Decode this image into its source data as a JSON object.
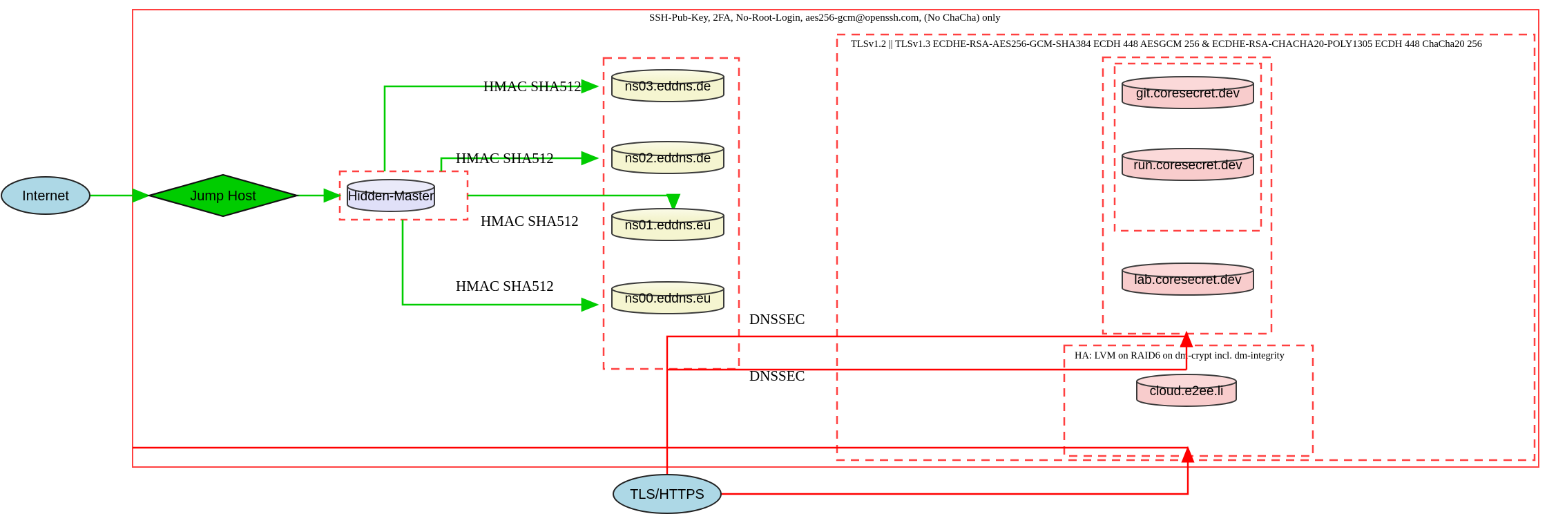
{
  "diagram": {
    "title_top_frame": "SSH-Pub-Key, 2FA, No-Root-Login, aes256-gcm@openssh.com, (No ChaCha) only",
    "clusters": [
      {
        "id": "tls-cluster",
        "label": "TLSv1.2 || TLSv1.3 ECDHE-RSA-AES256-GCM-SHA384 ECDH 448 AESGCM 256 & ECDHE-RSA-CHACHA20-POLY1305 ECDH 448 ChaCha20 256"
      },
      {
        "id": "ha-cluster",
        "label": "HA: LVM on RAID6 on dm-crypt incl. dm-integrity"
      },
      {
        "id": "dns-cluster",
        "label": ""
      },
      {
        "id": "hidden-master-cluster",
        "label": ""
      },
      {
        "id": "coresecret-cluster",
        "label": ""
      },
      {
        "id": "gitrun-cluster",
        "label": ""
      }
    ],
    "nodes": [
      {
        "id": "internet",
        "label": "Internet",
        "shape": "ellipse",
        "fill": "#add8e6"
      },
      {
        "id": "jump-host",
        "label": "Jump Host",
        "shape": "diamond",
        "fill": "#00cc00"
      },
      {
        "id": "hidden-master",
        "label": "Hidden-Master",
        "shape": "cylinder",
        "fill": "#e0e0f8"
      },
      {
        "id": "ns03",
        "label": "ns03.eddns.de",
        "shape": "cylinder",
        "fill": "#f5f5d0"
      },
      {
        "id": "ns02",
        "label": "ns02.eddns.de",
        "shape": "cylinder",
        "fill": "#f5f5d0"
      },
      {
        "id": "ns01",
        "label": "ns01.eddns.eu",
        "shape": "cylinder",
        "fill": "#f5f5d0"
      },
      {
        "id": "ns00",
        "label": "ns00.eddns.eu",
        "shape": "cylinder",
        "fill": "#f5f5d0"
      },
      {
        "id": "git",
        "label": "git.coresecret.dev",
        "shape": "cylinder",
        "fill": "#f8cccc"
      },
      {
        "id": "run",
        "label": "run.coresecret.dev",
        "shape": "cylinder",
        "fill": "#f8cccc"
      },
      {
        "id": "lab",
        "label": "lab.coresecret.dev",
        "shape": "cylinder",
        "fill": "#f8cccc"
      },
      {
        "id": "cloud",
        "label": "cloud.e2ee.li",
        "shape": "cylinder",
        "fill": "#f8cccc"
      },
      {
        "id": "tls-https",
        "label": "TLS/HTTPS",
        "shape": "ellipse",
        "fill": "#add8e6"
      }
    ],
    "edges": [
      {
        "from": "internet",
        "to": "jump-host",
        "label": "",
        "color": "#00cc00"
      },
      {
        "from": "jump-host",
        "to": "hidden-master",
        "label": "",
        "color": "#00cc00"
      },
      {
        "from": "hidden-master",
        "to": "ns03",
        "label": "HMAC SHA512",
        "color": "#00cc00"
      },
      {
        "from": "hidden-master",
        "to": "ns02",
        "label": "HMAC SHA512",
        "color": "#00cc00"
      },
      {
        "from": "hidden-master",
        "to": "ns01",
        "label": "HMAC SHA512",
        "color": "#00cc00"
      },
      {
        "from": "hidden-master",
        "to": "ns00",
        "label": "HMAC SHA512",
        "color": "#00cc00"
      },
      {
        "from": "tls-https",
        "to": "coresecret",
        "label": "DNSSEC",
        "color": "#ff0000"
      },
      {
        "from": "tls-https",
        "to": "ha",
        "label": "DNSSEC",
        "color": "#ff0000"
      }
    ],
    "edge_labels": {
      "hmac": "HMAC SHA512",
      "dnssec": "DNSSEC"
    },
    "colors": {
      "frame_red": "#ff4040",
      "edge_green": "#00cc00",
      "edge_red": "#ff0000",
      "ellipse_blue": "#add8e6",
      "diamond_green": "#00cc00",
      "cyl_master": "#e0e0f8",
      "cyl_dns": "#f5f5d0",
      "cyl_app": "#f8cccc",
      "stroke_dark": "#3a3a3a"
    }
  }
}
